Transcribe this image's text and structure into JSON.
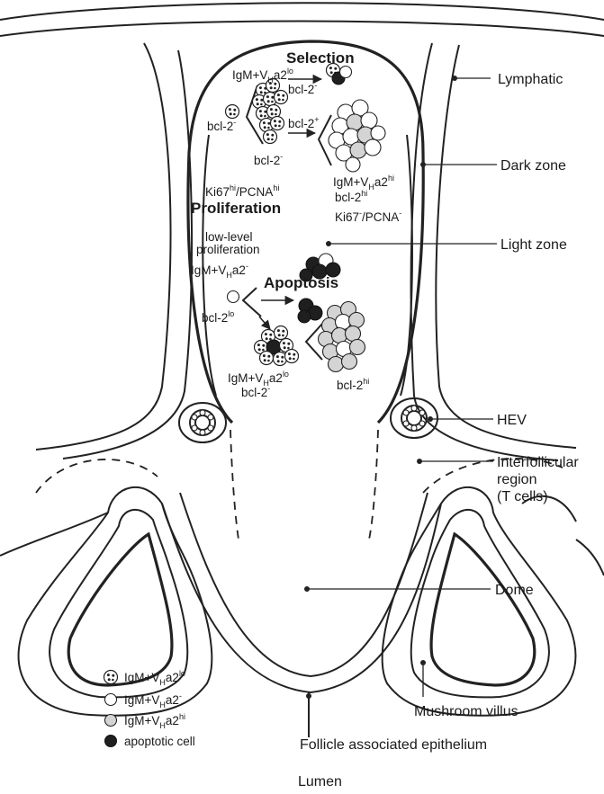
{
  "labels": {
    "lymphatic": "Lymphatic",
    "dark_zone": "Dark zone",
    "light_zone": "Light zone",
    "hev": "HEV",
    "interfollicular": [
      "Interfollicular",
      "region",
      "(T cells)"
    ],
    "dome": "Dome",
    "mushroom_villus": "Mushroom villus",
    "fae": "Follicle associated epithelium",
    "lumen": "Lumen"
  },
  "processes": {
    "selection": "Selection",
    "proliferation": "Proliferation",
    "apoptosis": "Apoptosis"
  },
  "annotations": {
    "igm_lo_top": {
      "base": "IgM+V",
      "sub": "H",
      "mid": "a2",
      "sup": "lo"
    },
    "bcl2_neg_arrow": {
      "base": "bcl-2",
      "sup": "-"
    },
    "bcl2_pos_arrow": {
      "base": "bcl-2",
      "sup": "+"
    },
    "bcl2_neg_left": {
      "base": "bcl-2",
      "sup": "-"
    },
    "bcl2_neg_cluster": {
      "base": "bcl-2",
      "sup": "-"
    },
    "ki67_hi": {
      "a": "Ki67",
      "a_sup": "hi",
      "b": "/PCNA",
      "b_sup": "hi"
    },
    "igm_hi": {
      "base": "IgM+V",
      "sub": "H",
      "mid": "a2",
      "sup": "hi"
    },
    "bcl2_hi": {
      "base": "bcl-2",
      "sup": "hi"
    },
    "ki67_neg": {
      "a": "Ki67",
      "a_sup": "-",
      "b": "/PCNA",
      "b_sup": "-"
    },
    "low_level": [
      "low-level",
      "proliferation"
    ],
    "igm_neg": {
      "base": "IgM+V",
      "sub": "H",
      "mid": "a2",
      "sup": "-"
    },
    "bcl2_lo": {
      "base": "bcl-2",
      "sup": "lo"
    },
    "igm_lo_bottom": {
      "base": "IgM+V",
      "sub": "H",
      "mid": "a2",
      "sup": "lo"
    },
    "bcl2_neg_bottom": {
      "base": "bcl-2",
      "sup": "-"
    },
    "bcl2_hi_bottom": {
      "base": "bcl-2",
      "sup": "hi"
    }
  },
  "legend": [
    {
      "symbol": "dotted-cell",
      "base": "IgM+V",
      "sub": "H",
      "mid": "a2",
      "sup": "lo"
    },
    {
      "symbol": "open-cell",
      "base": "IgM+V",
      "sub": "H",
      "mid": "a2",
      "sup": "-"
    },
    {
      "symbol": "grey-cell",
      "base": "IgM+V",
      "sub": "H",
      "mid": "a2",
      "sup": "hi"
    },
    {
      "symbol": "black-cell",
      "text": "apoptotic cell"
    }
  ],
  "colors": {
    "line": "#222222",
    "grey_cell": "#d4d4d4",
    "apoptotic_cell": "#1f1f1f",
    "background": "#ffffff"
  }
}
